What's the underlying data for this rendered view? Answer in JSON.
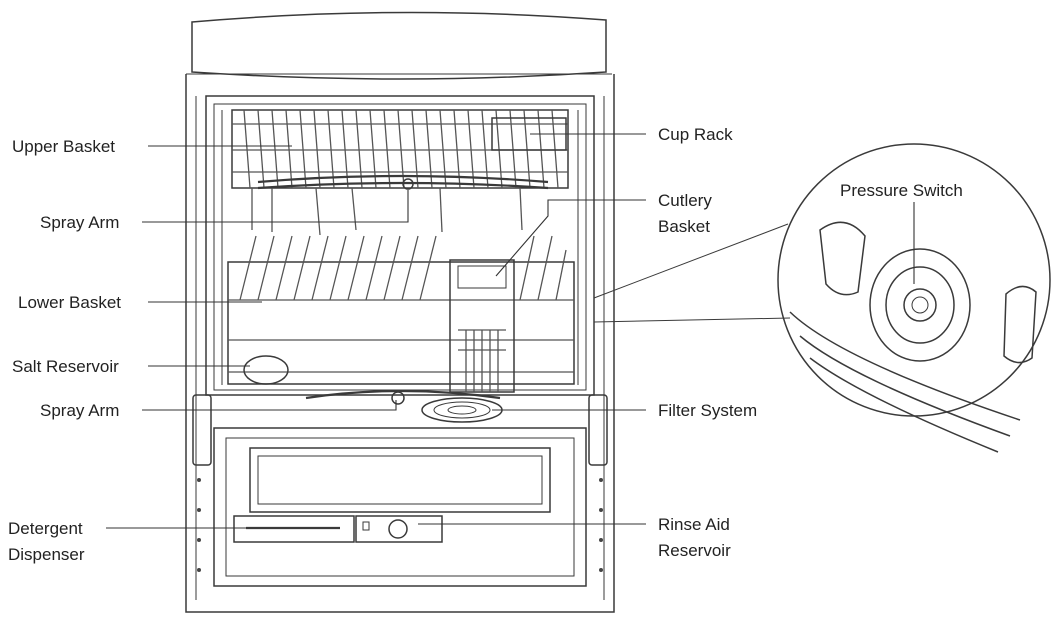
{
  "labels": {
    "upper_basket": "Upper Basket",
    "spray_arm_upper": "Spray Arm",
    "lower_basket": "Lower Basket",
    "salt_reservoir": "Salt Reservoir",
    "spray_arm_lower": "Spray Arm",
    "detergent_dispenser_line1": "Detergent",
    "detergent_dispenser_line2": "Dispenser",
    "cup_rack": "Cup Rack",
    "cutlery_basket_line1": "Cutlery",
    "cutlery_basket_line2": "Basket",
    "pressure_switch": "Pressure Switch",
    "filter_system": "Filter System",
    "rinse_aid_line1": "Rinse Aid",
    "rinse_aid_line2": "Reservoir"
  },
  "colors": {
    "line": "#3a3a3a",
    "text": "#222222",
    "background": "#ffffff"
  }
}
